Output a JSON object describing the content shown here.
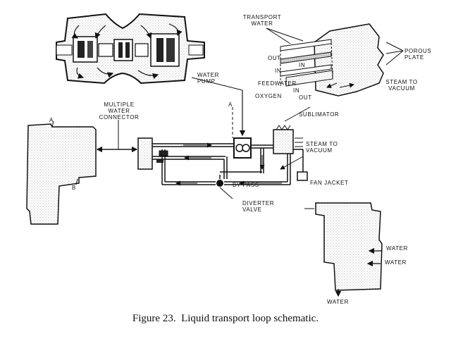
{
  "figure": {
    "number": "Figure 23.",
    "title": "Liquid transport loop schematic."
  },
  "labels": {
    "transport_water": [
      "TRANSPORT",
      "WATER"
    ],
    "porous_plate": [
      "POROUS",
      "PLATE"
    ],
    "out_top": "OUT",
    "in_left": "IN",
    "in_inner": "IN",
    "feedwater": "FEEDWATER",
    "oxygen": "OXYGEN",
    "in_bottom": "IN",
    "out_bottom": "OUT",
    "steam_to_vacuum_top": [
      "STEAM TO",
      "VACUUM"
    ],
    "water_pump": [
      "WATER",
      "PUMP"
    ],
    "multiple_water_connector": [
      "MULTIPLE",
      "WATER",
      "CONNECTOR"
    ],
    "point_a_left": "A",
    "point_a_pump": "A",
    "point_b": "B",
    "sublimator": "SUBLIMATOR",
    "steam_to_vacuum_mid": [
      "STEAM TO",
      "VACUUM"
    ],
    "fan_jacket": "FAN JACKET",
    "by_pass": "BY PASS",
    "diverter_valve": [
      "DIVERTER",
      "VALVE"
    ],
    "water_right_1": "WATER",
    "water_right_2": "WATER",
    "water_bottom": "WATER"
  },
  "colors": {
    "ink": "#111111",
    "hatch": "#9a9a9a",
    "background": "#ffffff"
  }
}
